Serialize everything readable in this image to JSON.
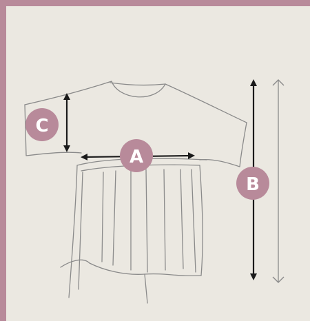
{
  "colors": {
    "frame": "#b88a9a",
    "paper": "#ebe8e1",
    "pencil": "#8a8a8a",
    "arrow": "#1a1a1a",
    "badge": "#b88a9a"
  },
  "labels": {
    "a": "A",
    "b": "B",
    "c": "C"
  }
}
